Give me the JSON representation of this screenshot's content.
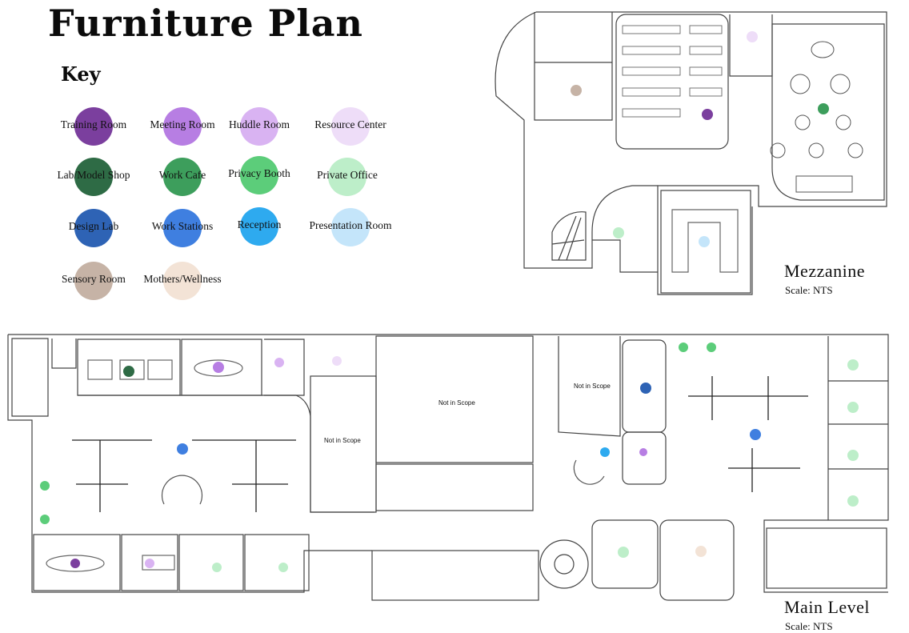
{
  "title": "Furniture Plan",
  "key": {
    "title": "Key",
    "items": [
      {
        "label": "Training Room",
        "color": "#7b3f9e"
      },
      {
        "label": "Meeting Room",
        "color": "#b77ee3"
      },
      {
        "label": "Huddle Room",
        "color": "#d9b3f2"
      },
      {
        "label": "Resource Center",
        "color": "#eeddf8"
      },
      {
        "label": "Lab/Model Shop",
        "color": "#2e6b45"
      },
      {
        "label": "Work Cafe",
        "color": "#3d9e5c"
      },
      {
        "label": "Privacy Booth",
        "color": "#5ccd7a"
      },
      {
        "label": "Private Office",
        "color": "#bdeec9"
      },
      {
        "label": "Design Lab",
        "color": "#2e63b5"
      },
      {
        "label": "Work Stations",
        "color": "#3f7fe0"
      },
      {
        "label": "Reception",
        "color": "#2eaaef"
      },
      {
        "label": "Presentation Room",
        "color": "#c4e5fa"
      },
      {
        "label": "Sensory Room",
        "color": "#c6b3a6"
      },
      {
        "label": "Mothers/Wellness",
        "color": "#f3e3d6"
      }
    ]
  },
  "mezzanine": {
    "name": "Mezzanine",
    "scale": "Scale: NTS"
  },
  "main_level": {
    "name": "Main Level",
    "scale": "Scale: NTS"
  },
  "scope_labels": {
    "left": "Not in Scope",
    "center": "Not in Scope",
    "right": "Not in Scope"
  }
}
